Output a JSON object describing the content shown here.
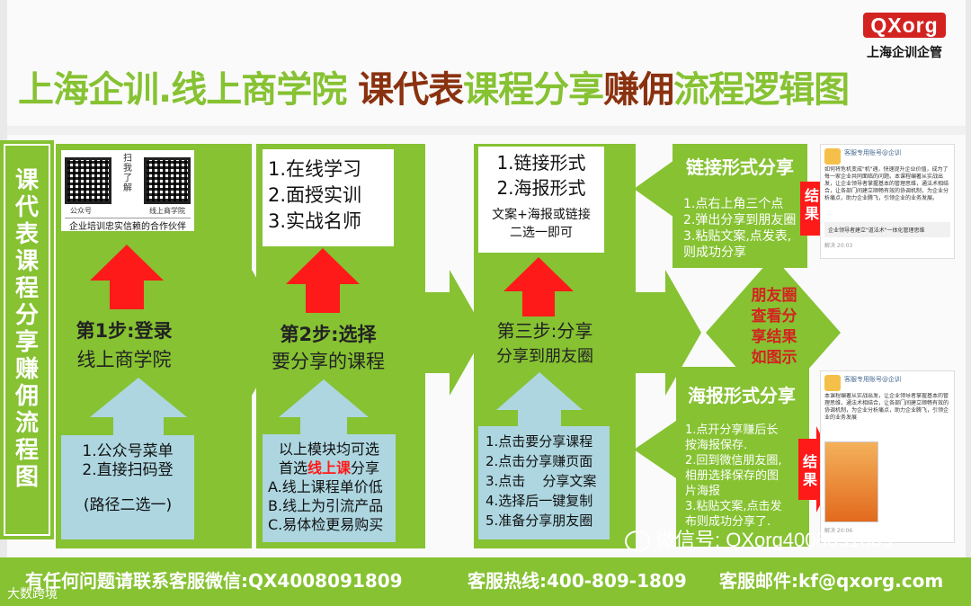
{
  "logo": {
    "mark": "QXorg",
    "sub": "上海企训企管"
  },
  "title": {
    "part1": "上海企训.线上商学院 ",
    "part2": "课代表",
    "part3": "课程分享",
    "part4": "赚佣",
    "part5": "流程逻辑图"
  },
  "vertical_title": [
    "课",
    "代",
    "表",
    "课",
    "程",
    "分",
    "享",
    "赚",
    "佣",
    "流",
    "程",
    "图"
  ],
  "qr_card": {
    "handwritten": "扫\n我\n了\n解",
    "label_left": "公众号",
    "label_right": "线上商学院",
    "caption": "企业培训忠实信赖的合作伙伴"
  },
  "step1": {
    "line1": "第1步:登录",
    "line2": "线上商学院",
    "note1": "1.公众号菜单",
    "note2": "2.直接扫码登",
    "note3": "(路径二选一)"
  },
  "step2": {
    "box1": "1.在线学习",
    "box2": "2.面授实训",
    "box3": "3.实战名师",
    "line1": "第2步:选择",
    "line2": "要分享的课程",
    "note1": "以上模块均可选",
    "note2a": "首选",
    "note2b": "线上课",
    "note2c": "分享",
    "note3": "A.线上课程单价低",
    "note4": "B.线上为引流产品",
    "note5": "C.易体检更易购买"
  },
  "step3": {
    "box1": "1.链接形式",
    "box2": "2.海报形式",
    "box3": "文案+海报或链接",
    "box4": "二选一即可",
    "line1": "第三步:分享",
    "line2": "分享到朋友圈",
    "note1": "1.点击要分享课程",
    "note2": "2.点击分享赚页面",
    "note3": "3.点击    分享文案",
    "note4": "4.选择后一键复制",
    "note5": "5.准备分享朋友圈"
  },
  "link_panel": {
    "title": "链接形式分享",
    "l1": "1.点右上角三个点",
    "l2": "2.弹出分享到朋友圈",
    "l3": "3.粘贴文案,点发表,",
    "l4": "则成功分享"
  },
  "poster_panel": {
    "title": "海报形式分享",
    "l1": "1.点开分享赚后长",
    "l2": "按海报保存.",
    "l3": "2.回到微信朋友圈,",
    "l4": "相册选择保存的图",
    "l5": "片海报",
    "l6": "3.粘贴文案,点击发",
    "l7": "布则成功分享了."
  },
  "result": {
    "c1": "结",
    "c2": "果"
  },
  "center": {
    "l1": "朋友圈",
    "l2": "查看分",
    "l3": "享结果",
    "l4": "如图示"
  },
  "thumb_top": {
    "header": "客服专用账号@企训",
    "body": "如何将危机变成\"机\"遇，快速提升企业价值，成为了每一家企业共同面临的问题。本课程编著从实战出发，让企业领导者掌握基本的管理思维，通法术相结合，让各部门间建立顺畅有效的协调机制，为企业分析痛点，助力企业腾飞，引领企业的业务发展。",
    "link": "企业领导者建立\"道法术\"一体化管理思维",
    "foot": "解决 20:03"
  },
  "thumb_bottom": {
    "header": "客服专用账号@企训",
    "body": "本课程编著从实战出发，让企业领导者掌握基本的管理思维，通法术相结合，让各部门间建立顺畅有效的协调机制，为企业分析痛点，助力企业腾飞，引领企业的业务发展",
    "foot": "解决 20:06"
  },
  "watermark": "微信号: QXorg4008091809",
  "footer": {
    "wechat": "有任何问题请联系客服微信:QX4008091809",
    "hotline": "客服热线:400-809-1809",
    "email": "客服邮件:kf@qxorg.com",
    "corner": "大数跨境"
  },
  "colors": {
    "green": "#86c232",
    "brown": "#8a3210",
    "red": "#ff1a1a",
    "light_blue": "#add6e0"
  }
}
